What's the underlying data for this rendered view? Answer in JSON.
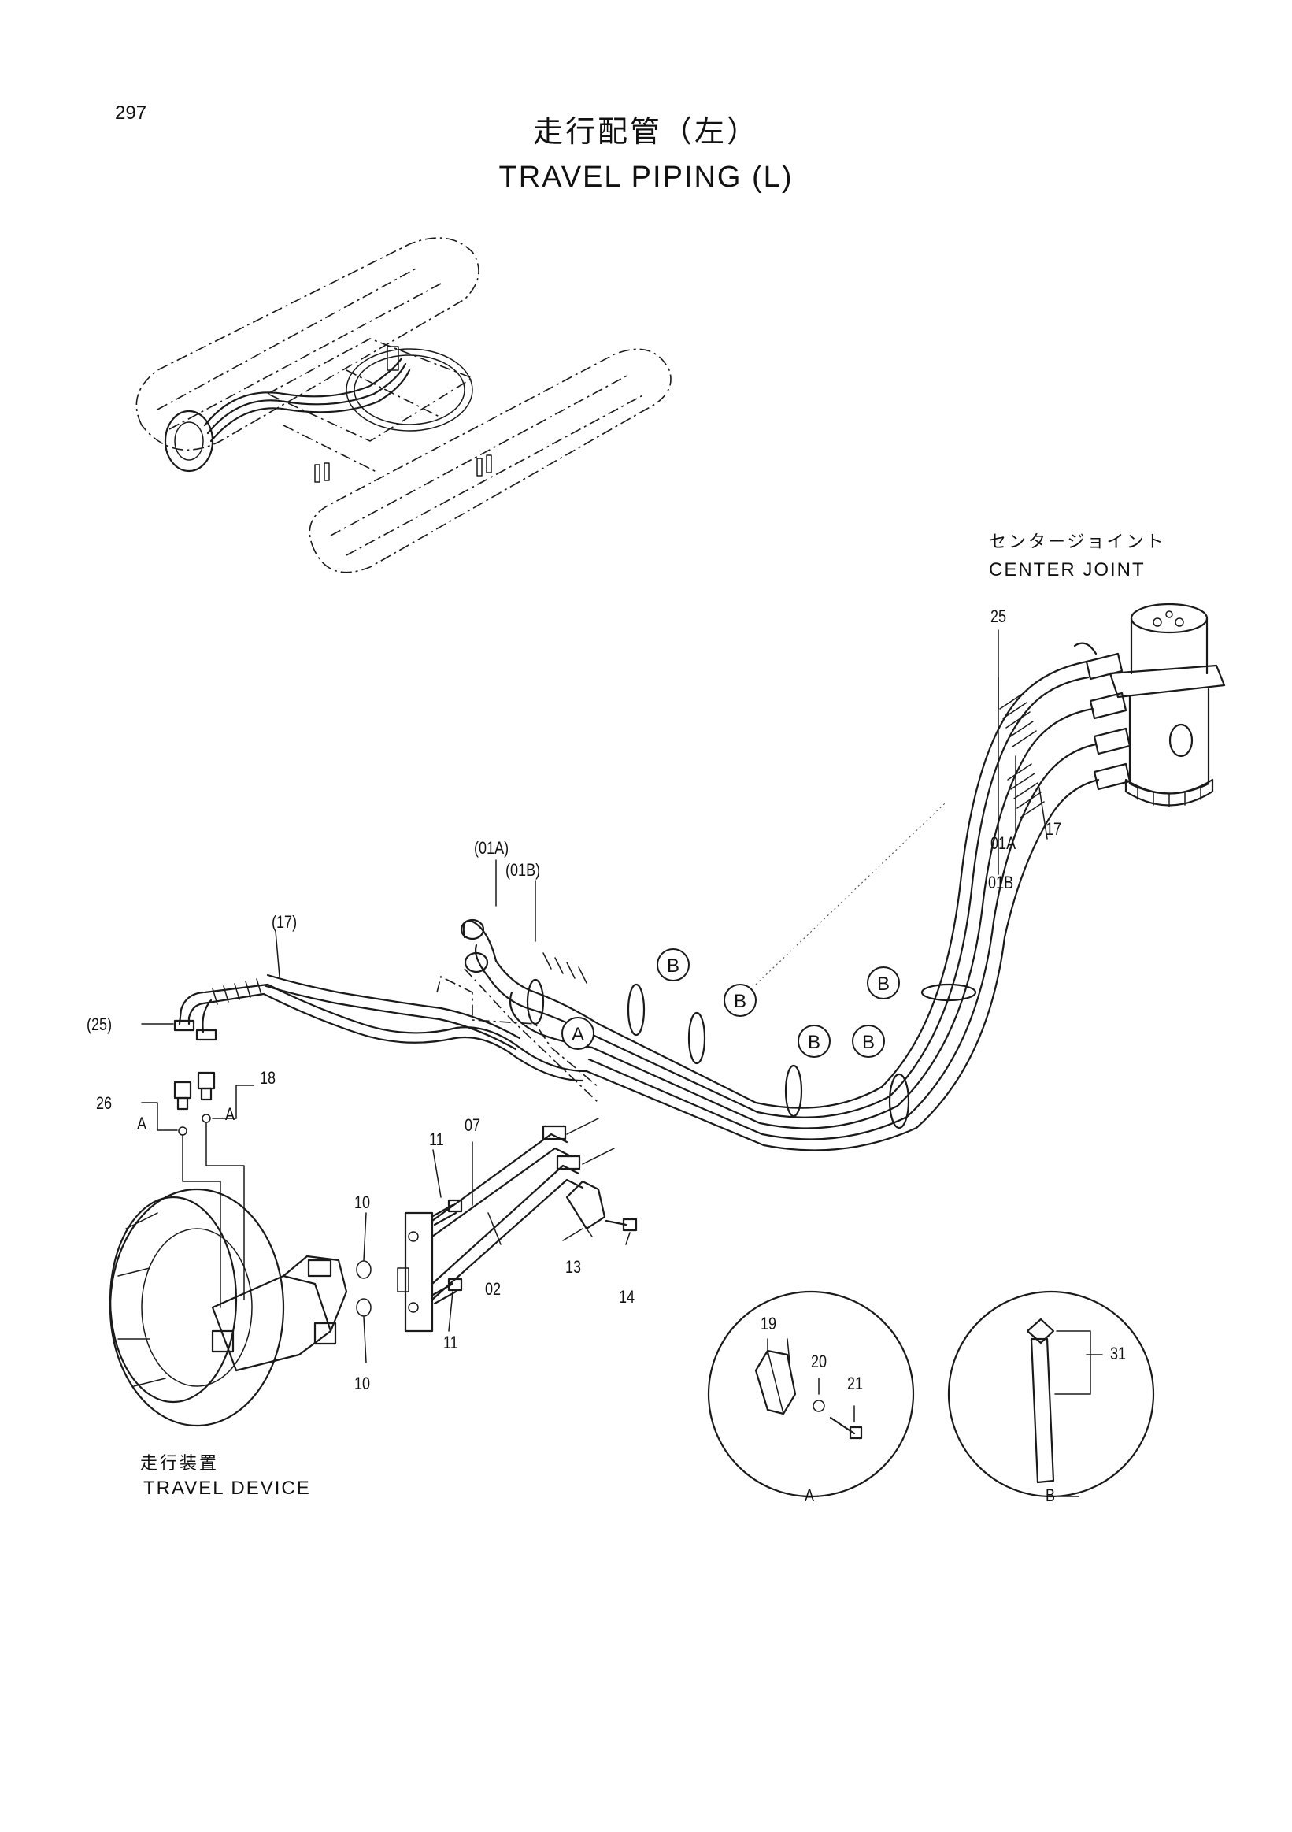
{
  "page_number": "297",
  "title_jp": "走行配管（左）",
  "title_en": "TRAVEL PIPING (L)",
  "center_joint": {
    "label_jp": "センタージョイント",
    "label_en": "CENTER JOINT"
  },
  "travel_device": {
    "label_jp": "走行装置",
    "label_en": "TRAVEL DEVICE"
  },
  "part_labels": {
    "p25": "25",
    "p01a": "01A",
    "p17": "17",
    "p01b": "01B",
    "p01a_paren": "(01A)",
    "p01b_paren": "(01B)",
    "p17_paren": "(17)",
    "p25_paren": "(25)",
    "p26": "26",
    "p18": "18",
    "p11_top": "11",
    "p07": "07",
    "p10_top": "10",
    "p02": "02",
    "p13": "13",
    "p14": "14",
    "p11_bottom": "11",
    "p10_bottom": "10",
    "p19": "19",
    "p20": "20",
    "p21": "21",
    "p31": "31"
  },
  "callouts": {
    "a": "A",
    "b": "B"
  },
  "detail_views": {
    "a": "A",
    "b": "B"
  }
}
